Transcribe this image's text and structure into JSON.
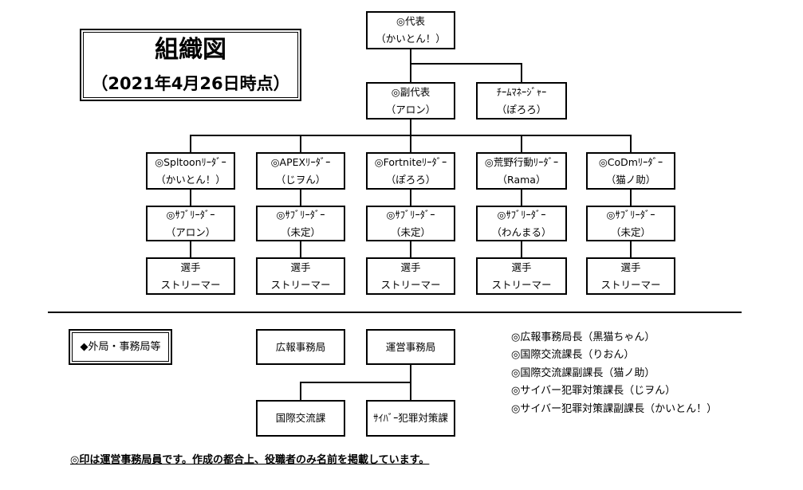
{
  "title": {
    "main": "組織図",
    "date": "（2021年4月26日時点）"
  },
  "representative": {
    "role": "◎代表",
    "name": "（かいとん！）"
  },
  "vice_representative": {
    "role": "◎副代表",
    "name": "（アロン）"
  },
  "team_manager": {
    "role": "ﾁｰﾑﾏﾈｰｼﾞｬｰ",
    "name": "（ぽろろ）"
  },
  "divisions": [
    {
      "leader": {
        "role": "◎Spltoonﾘｰﾀﾞｰ",
        "name": "（かいとん！）"
      },
      "sub_leader": {
        "role": "◎ｻﾌﾞﾘｰﾀﾞｰ",
        "name": "（アロン）"
      },
      "members": {
        "line1": "選手",
        "line2": "ストリーマー"
      }
    },
    {
      "leader": {
        "role": "◎APEXﾘｰﾀﾞｰ",
        "name": "（じヲん）"
      },
      "sub_leader": {
        "role": "◎ｻﾌﾞﾘｰﾀﾞｰ",
        "name": "（未定）"
      },
      "members": {
        "line1": "選手",
        "line2": "ストリーマー"
      }
    },
    {
      "leader": {
        "role": "◎Fortniteﾘｰﾀﾞｰ",
        "name": "（ぽろろ）"
      },
      "sub_leader": {
        "role": "◎ｻﾌﾞﾘｰﾀﾞｰ",
        "name": "（未定）"
      },
      "members": {
        "line1": "選手",
        "line2": "ストリーマー"
      }
    },
    {
      "leader": {
        "role": "◎荒野行動ﾘｰﾀﾞｰ",
        "name": "（Rama）"
      },
      "sub_leader": {
        "role": "◎ｻﾌﾞﾘｰﾀﾞｰ",
        "name": "（わんまる）"
      },
      "members": {
        "line1": "選手",
        "line2": "ストリーマー"
      }
    },
    {
      "leader": {
        "role": "◎CoDmﾘｰﾀﾞｰ",
        "name": "（猫ノ助）"
      },
      "sub_leader": {
        "role": "◎ｻﾌﾞﾘｰﾀﾞｰ",
        "name": "（未定）"
      },
      "members": {
        "line1": "選手",
        "line2": "ストリーマー"
      }
    }
  ],
  "external": {
    "label": "◆外局・事務局等",
    "pr_office": "広報事務局",
    "operations_office": "運営事務局",
    "international_section": "国際交流課",
    "cybercrime_section": "ｻｲﾊﾞｰ犯罪対策課",
    "officers": [
      "◎広報事務局長（黒猫ちゃん）",
      "◎国際交流課長（りおん）",
      "◎国際交流課副課長（猫ノ助）",
      "◎サイバー犯罪対策課長（じヲん）",
      "◎サイバー犯罪対策課副課長（かいとん！）"
    ]
  },
  "footnote": "◎印は運営事務局員です。作成の都合上、役職者のみ名前を掲載しています。"
}
